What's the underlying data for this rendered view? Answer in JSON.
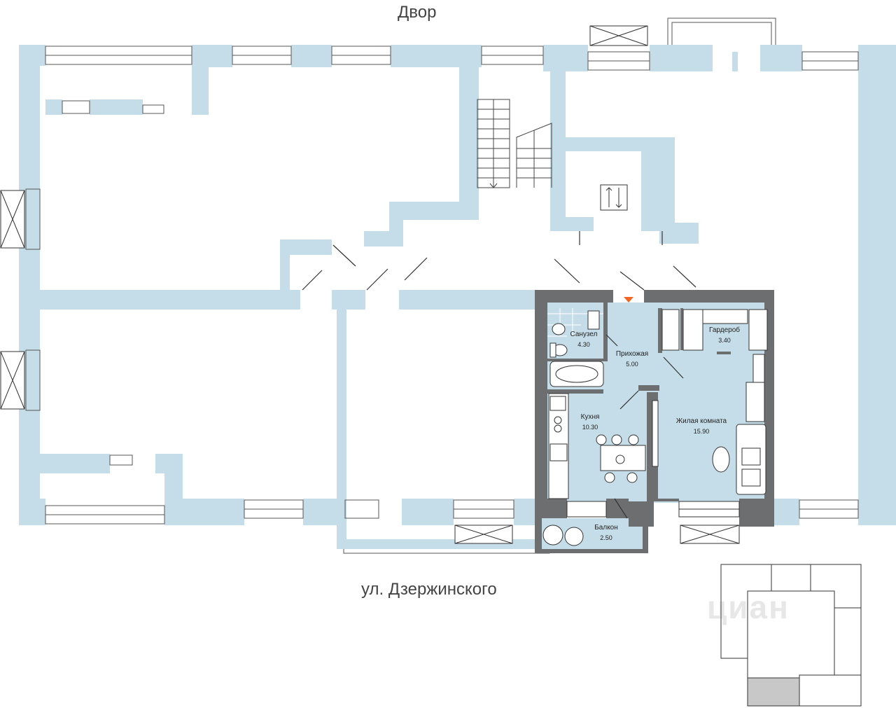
{
  "labels": {
    "courtyard": "Двор",
    "street": "ул. Дзержинского"
  },
  "rooms": [
    {
      "name": "Санузел",
      "area": "4.30"
    },
    {
      "name": "Прихожая",
      "area": "5.00"
    },
    {
      "name": "Гардероб",
      "area": "3.40"
    },
    {
      "name": "Кухня",
      "area": "10.30"
    },
    {
      "name": "Жилая комната",
      "area": "15.90"
    },
    {
      "name": "Балкон",
      "area": "2.50"
    }
  ],
  "watermark": "циан",
  "colors": {
    "building_wall": "#c5dde8",
    "apartment_fill": "#c5dde8",
    "apartment_wall": "#6d6e70",
    "entrance_marker": "#f26522",
    "highlight_section": "#c8c8c8"
  }
}
